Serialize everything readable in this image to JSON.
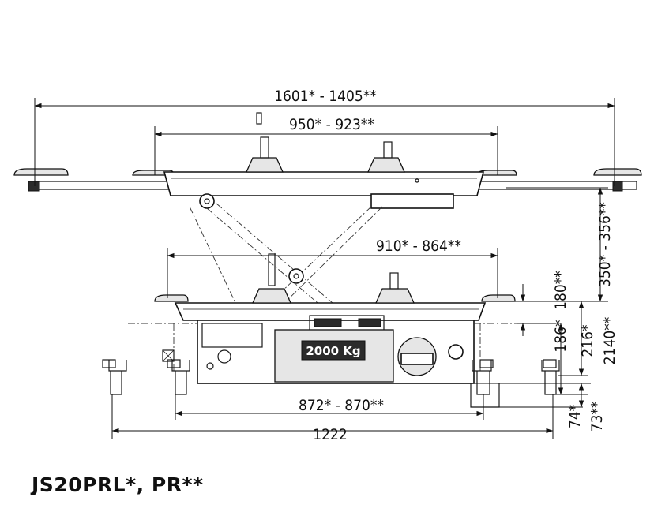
{
  "dimensions": {
    "overall_width": "1601* - 1405**",
    "arm_span": "950* - 923**",
    "upper_span": "910* - 864**",
    "base_span": "872* - 870**",
    "total_length": "1222",
    "height_top": "350* - 356**",
    "height_closed": "180**",
    "height_closed_alt": "186*",
    "height_min": "216*",
    "height_max": "2140**",
    "foot_height": "74*",
    "foot_height_alt": "73**"
  },
  "labels": {
    "capacity_badge": "2000 Kg",
    "model": "JS20PRL*, PR**"
  }
}
